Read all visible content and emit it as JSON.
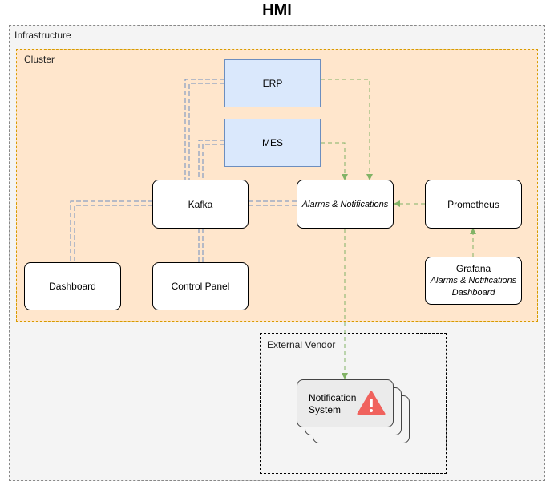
{
  "title": "HMI",
  "groups": {
    "infrastructure": "Infrastructure",
    "cluster": "Cluster",
    "external_vendor": "External Vendor"
  },
  "nodes": {
    "erp": "ERP",
    "mes": "MES",
    "kafka": "Kafka",
    "alarms": "Alarms & Notifications",
    "prometheus": "Prometheus",
    "dashboard": "Dashboard",
    "control_panel": "Control Panel",
    "grafana": {
      "name": "Grafana",
      "line1": "Alarms & Notifications",
      "line2": "Dashboard"
    },
    "notification_system": {
      "line1": "Notification",
      "line2": "System"
    }
  },
  "colors": {
    "data_link": "#6c8ebf",
    "alert_link": "#82b366",
    "warning_icon": "#f0625d"
  }
}
